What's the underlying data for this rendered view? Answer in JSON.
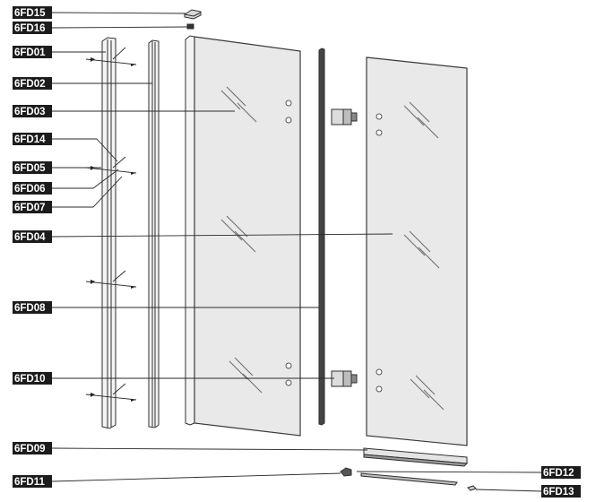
{
  "labels": {
    "fd15": "6FD15",
    "fd16": "6FD16",
    "fd01": "6FD01",
    "fd02": "6FD02",
    "fd03": "6FD03",
    "fd14": "6FD14",
    "fd05": "6FD05",
    "fd06": "6FD06",
    "fd07": "6FD07",
    "fd04": "6FD04",
    "fd08": "6FD08",
    "fd10": "6FD10",
    "fd09": "6FD09",
    "fd11": "6FD11",
    "fd12": "6FD12",
    "fd13": "6FD13"
  },
  "colors": {
    "label_background": "#1c1c1c",
    "label_text": "#ffffff",
    "glass_fill": "#e9e9e9",
    "line": "#2a2a2a"
  }
}
